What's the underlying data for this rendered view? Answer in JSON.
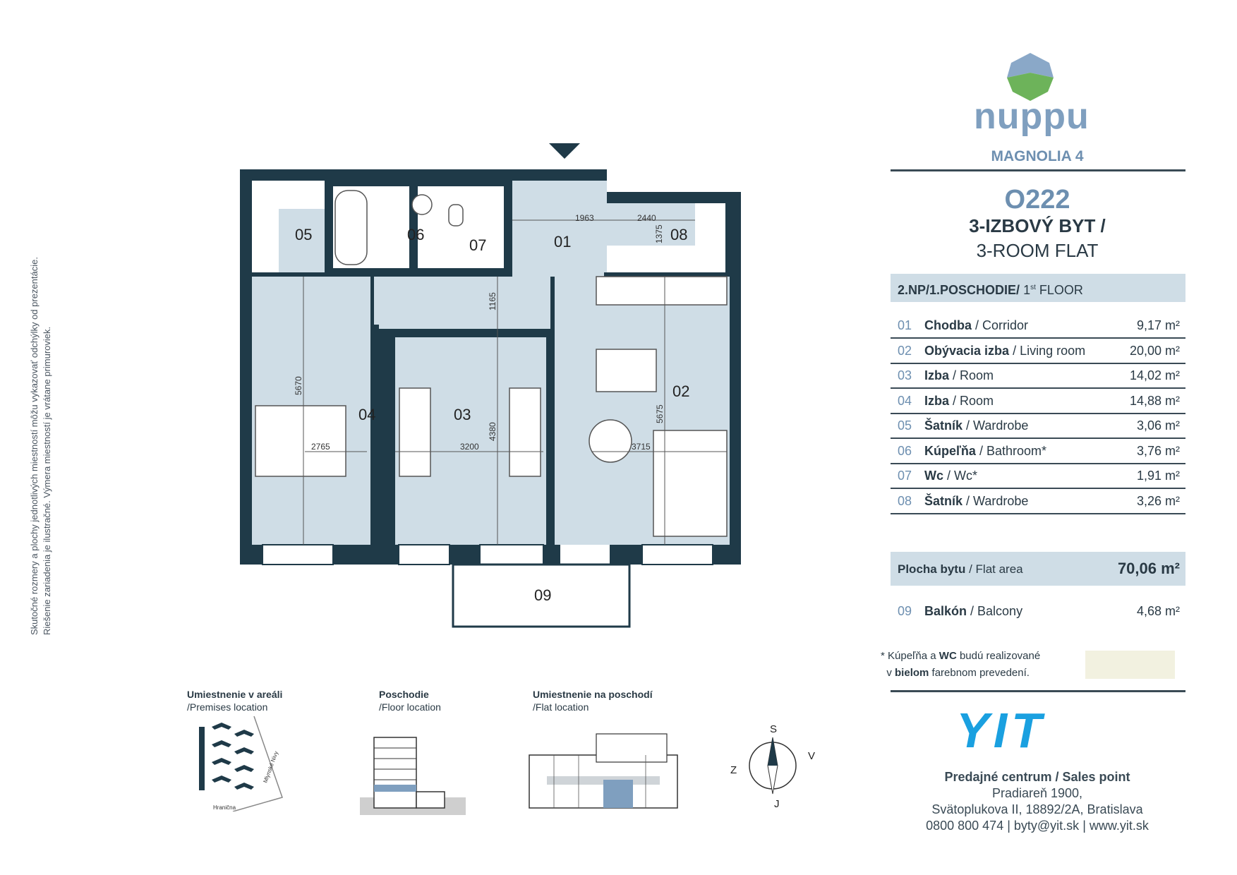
{
  "disclaimer": {
    "line1": "Skutočné rozmery a plochy jednotlivých miestností môžu vykazovať odchýlky od prezentácie.",
    "line2": "Riešenie zariadenia je ilustračné. Výmera miestností je vrátane primuroviek."
  },
  "brand": {
    "name": "nuppu",
    "project": "MAGNOLIA 4",
    "logo_icon": "gem-logo"
  },
  "flat": {
    "code": "O222",
    "type_sk": "3-IZBOVÝ BYT /",
    "type_en": "3-ROOM FLAT",
    "floor_sk": "2.NP/1.POSCHODIE/",
    "floor_en_num": "1",
    "floor_en_sup": "st",
    "floor_en": "FLOOR"
  },
  "rooms": [
    {
      "num": "01",
      "sk": "Chodba",
      "en": "Corridor",
      "area": "9,17 m²"
    },
    {
      "num": "02",
      "sk": "Obývacia izba",
      "en": "Living room",
      "area": "20,00 m²"
    },
    {
      "num": "03",
      "sk": "Izba",
      "en": "Room",
      "area": "14,02 m²"
    },
    {
      "num": "04",
      "sk": "Izba",
      "en": "Room",
      "area": "14,88 m²"
    },
    {
      "num": "05",
      "sk": "Šatník",
      "en": "Wardrobe",
      "area": "3,06 m²"
    },
    {
      "num": "06",
      "sk": "Kúpeľňa",
      "en": "Bathroom*",
      "area": "3,76 m²"
    },
    {
      "num": "07",
      "sk": "Wc",
      "en": "Wc*",
      "area": "1,91 m²"
    },
    {
      "num": "08",
      "sk": "Šatník",
      "en": "Wardrobe",
      "area": "3,26 m²"
    }
  ],
  "flat_area": {
    "sk": "Plocha bytu",
    "en": "Flat area",
    "value": "70,06 m²"
  },
  "balcony": {
    "num": "09",
    "sk": "Balkón",
    "en": "Balcony",
    "area": "4,68 m²"
  },
  "note": {
    "line1_a": "* Kúpeľňa a ",
    "line1_b": "WC",
    "line1_c": " budú realizované",
    "line2_a": "v ",
    "line2_b": "bielom",
    "line2_c": " farebnom prevedení.",
    "swatch_color": "#f2f1e0"
  },
  "developer": {
    "logo": "YIT",
    "sales_title": "Predajné centrum / Sales point",
    "addr1": "Pradiareň 1900,",
    "addr2": "Svätoplukova II, 18892/2A, Bratislava",
    "phone": "0800 800 474",
    "email": "byty@yit.sk",
    "web": "www.yit.sk"
  },
  "plan": {
    "labels": [
      "01",
      "02",
      "03",
      "04",
      "05",
      "06",
      "07",
      "08",
      "09"
    ],
    "dims": {
      "d1963": "1963",
      "d2440": "2440",
      "d1375": "1375",
      "d1165": "1165",
      "d5670": "5670",
      "d2765": "2765",
      "d3200": "3200",
      "d4380": "4380",
      "d5675": "5675",
      "d3715": "3715"
    }
  },
  "locators": {
    "premises": {
      "title": "Umiestnenie v areáli",
      "sub": "/Premises location",
      "street1": "Mlynské Nivy",
      "street2": "Hranična"
    },
    "floor": {
      "title": "Poschodie",
      "sub": "/Floor location"
    },
    "flat": {
      "title": "Umiestnenie na poschodí",
      "sub": "/Flat location"
    }
  },
  "compass": {
    "n": "S",
    "e": "V",
    "w": "Z",
    "s": "J"
  },
  "colors": {
    "wall": "#1f3a48",
    "room_fill": "#cfdde6",
    "accent": "#6d8fb0",
    "yit_blue": "#1aa0e0",
    "green": "#6db35a"
  }
}
